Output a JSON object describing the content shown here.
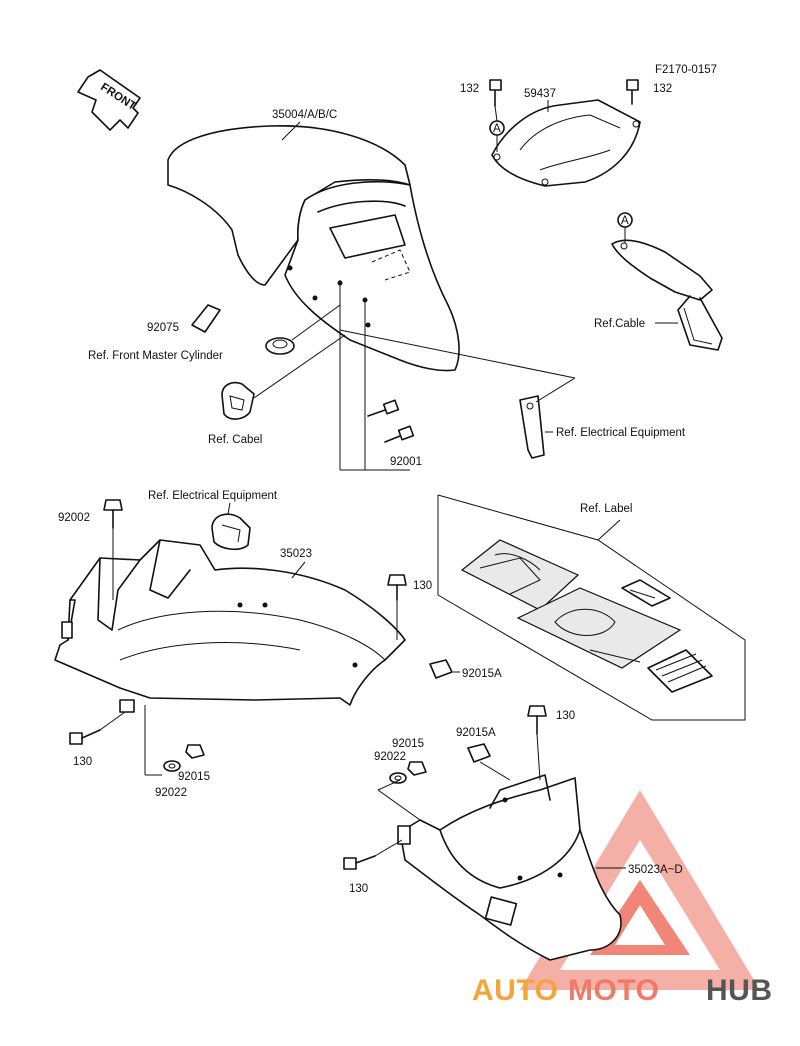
{
  "diagram": {
    "figure_code": "F2170-0157",
    "front_arrow_text": "FRONT",
    "callouts": {
      "front_fender": "35004/A/B/C",
      "cover": "59437",
      "bolt_132_left": "132",
      "bolt_132_right": "132",
      "circle_a_top": "A",
      "circle_a_mid": "A",
      "pad_92075": "92075",
      "ref_front_master_cylinder": "Ref. Front Master Cylinder",
      "ref_cabel": "Ref. Cabel",
      "ref_cable": "Ref.Cable",
      "ref_electrical_equipment_1": "Ref. Electrical Equipment",
      "bolt_92001": "92001",
      "ref_electrical_equipment_2": "Ref. Electrical Equipment",
      "bolt_92002": "92002",
      "rear_fender": "35023",
      "bolt_130_a": "130",
      "nut_92015a_a": "92015A",
      "ref_label": "Ref. Label",
      "bolt_130_b": "130",
      "nut_92015_a": "92015",
      "washer_92022_a": "92022",
      "bolt_130_c": "130",
      "nut_92015a_b": "92015A",
      "nut_92015_b": "92015",
      "washer_92022_b": "92022",
      "bolt_130_d": "130",
      "rear_fender_lower": "35023A~D"
    },
    "watermark": {
      "text_left": "AUTO",
      "text_mid": "MOTO",
      "text_right": "HUB",
      "color_primary": "#f07a6a",
      "color_secondary": "#f4a43a",
      "color_dark": "#555555"
    }
  }
}
